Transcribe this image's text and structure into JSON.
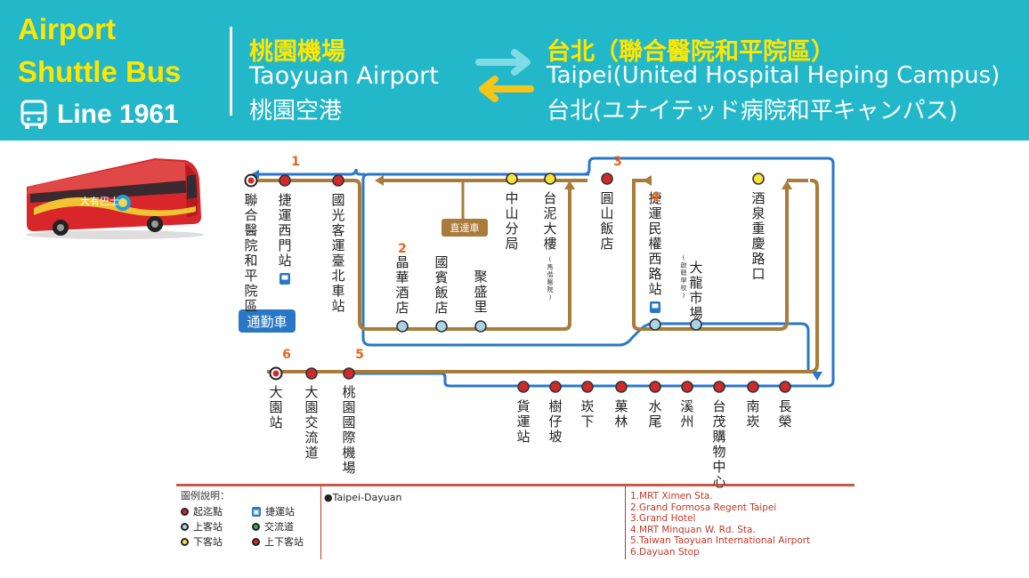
{
  "header": {
    "brand_line1": "Airport",
    "brand_line2": "Shuttle Bus",
    "line_label": "Line 1961",
    "origin": {
      "zh": "桃園機場",
      "en": "Taoyuan Airport",
      "jp": "桃園空港"
    },
    "destination": {
      "zh": "台北（聯合醫院和平院區）",
      "en": "Taipei(United Hospital Heping Campus)",
      "jp": "台北(ユナイテッド病院和平キャンパス)"
    },
    "colors": {
      "background": "#23b8c9",
      "highlight": "#ffe600",
      "arrow_teal": "#7fdbe6",
      "arrow_yellow": "#f5c518"
    }
  },
  "bus_image": {
    "livery_text": "大有巴士"
  },
  "route_map": {
    "express_label": "直達車",
    "commute_label": "通勤車",
    "colors": {
      "outbound": "#a97c3c",
      "inbound": "#2a78c5",
      "pickup": "#a9d4e8",
      "dropoff": "#f6e43a",
      "terminal": "#d22a2a",
      "both": "#d22a2a"
    },
    "stops": [
      {
        "name": "聯合醫院和平院區",
        "type": "terminal",
        "num": ""
      },
      {
        "name": "捷運西門站",
        "type": "both",
        "num": "1",
        "mrt": true
      },
      {
        "name": "國光客運臺北車站",
        "type": "both",
        "num": ""
      },
      {
        "name": "晶華酒店",
        "type": "pickup",
        "num": "2"
      },
      {
        "name": "國賓飯店",
        "type": "pickup",
        "num": ""
      },
      {
        "name": "聚盛里",
        "type": "pickup",
        "num": ""
      },
      {
        "name": "中山分局",
        "type": "dropoff",
        "num": ""
      },
      {
        "name": "台泥大樓",
        "sub": "(馬偕醫院)",
        "type": "dropoff",
        "num": ""
      },
      {
        "name": "圓山飯店",
        "type": "both",
        "num": "3"
      },
      {
        "name": "捷運民權西路站",
        "type": "pickup",
        "num": "4",
        "mrt": true
      },
      {
        "name": "大龍市場",
        "sub": "(啟聰學校)",
        "type": "pickup",
        "num": ""
      },
      {
        "name": "酒泉重慶路口",
        "type": "dropoff",
        "num": ""
      },
      {
        "name": "長榮",
        "type": "both",
        "num": ""
      },
      {
        "name": "南崁",
        "type": "both",
        "num": ""
      },
      {
        "name": "台茂購物中心",
        "type": "both",
        "num": ""
      },
      {
        "name": "溪州",
        "type": "both",
        "num": ""
      },
      {
        "name": "水尾",
        "type": "both",
        "num": ""
      },
      {
        "name": "菓林",
        "type": "both",
        "num": ""
      },
      {
        "name": "崁下",
        "type": "both",
        "num": ""
      },
      {
        "name": "樹仔坡",
        "type": "both",
        "num": ""
      },
      {
        "name": "貨運站",
        "type": "both",
        "num": ""
      },
      {
        "name": "桃園國際機場",
        "type": "both",
        "num": "5"
      },
      {
        "name": "大園交流道",
        "type": "both",
        "num": ""
      },
      {
        "name": "大園站",
        "type": "terminal",
        "num": "6"
      }
    ]
  },
  "legend": {
    "title": "圖例說明：",
    "items": [
      {
        "label": "起迄點",
        "type": "terminal"
      },
      {
        "label": "捷運站",
        "type": "mrt"
      },
      {
        "label": "上客站",
        "type": "pickup"
      },
      {
        "label": "交流道",
        "type": "interchange"
      },
      {
        "label": "下客站",
        "type": "dropoff"
      },
      {
        "label": "上下客站",
        "type": "both"
      }
    ],
    "route_name": "●Taipei-Dayuan",
    "notes": [
      "1.MRT Ximen Sta.",
      "2.Grand Formosa Regent Taipei",
      "3.Grand Hotel",
      "4.MRT Minquan W. Rd. Sta.",
      "5.Taiwan Taoyuan International Airport",
      "6.Dayuan Stop"
    ]
  }
}
